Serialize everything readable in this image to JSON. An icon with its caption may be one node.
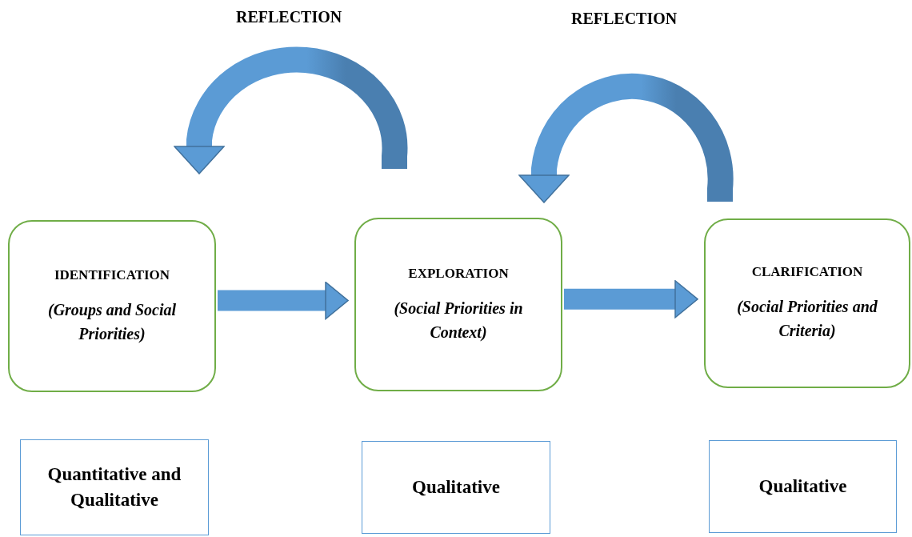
{
  "diagram": {
    "nodes": [
      {
        "text": [
          "IDENTIFICATION",
          "(Groups and Social Priorities)"
        ]
      },
      {
        "text": [
          "EXPLORATION",
          "(Social Priorities in Context)"
        ]
      },
      {
        "text": [
          "CLARIFICATION",
          "(Social Priorities and Criteria)"
        ]
      },
      {
        "text": [
          "Quantitative and Qualitative"
        ]
      },
      {
        "text": [
          "Qualitative"
        ]
      },
      {
        "text": [
          "Qualitative"
        ]
      }
    ],
    "edges": [
      {
        "from": 0,
        "to": 1,
        "arrow": "to"
      },
      {
        "from": 1,
        "to": 2,
        "arrow": "to"
      },
      {
        "from": 1,
        "to": 0,
        "arrow": "to",
        "label": "REFLECTION"
      },
      {
        "from": 2,
        "to": 1,
        "arrow": "to",
        "label": "REFLECTION"
      }
    ]
  }
}
